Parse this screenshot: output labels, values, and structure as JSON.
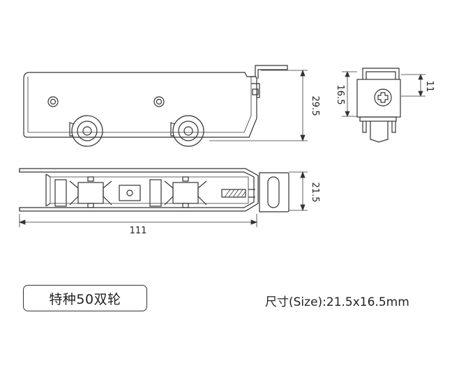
{
  "dimensions": {
    "side_height": "29.5",
    "end_height": "16.5",
    "end_offset": "11",
    "top_width": "21.5",
    "top_length": "111"
  },
  "product": {
    "name": "特种50双轮",
    "size_label": "尺寸(Size):21.5x16.5mm"
  }
}
